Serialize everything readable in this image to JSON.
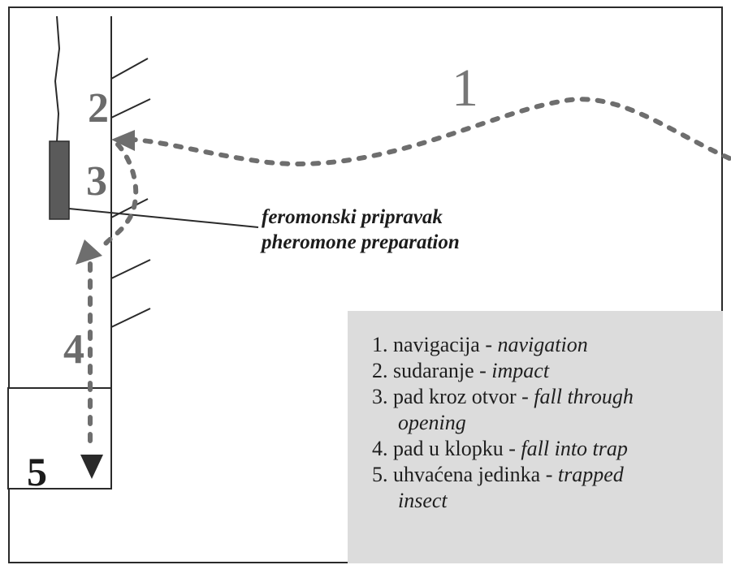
{
  "diagram": {
    "step_labels": {
      "navigation": "1",
      "impact": "2",
      "fall_opening": "3",
      "fall_trap": "4",
      "trapped": "5"
    },
    "callout": {
      "line1": "feromonski pripravak",
      "line2": "pheromone preparation"
    },
    "colors": {
      "path": "#6e6e6e",
      "structure": "#2a2a2a",
      "lure": "#5a5a5a",
      "legend_bg": "#dcdcdc"
    }
  },
  "legend": {
    "items": [
      {
        "num": "1.",
        "hr": "navigacija - ",
        "en": "navigation",
        "cont": ""
      },
      {
        "num": "2.",
        "hr": "sudaranje - ",
        "en": "impact",
        "cont": ""
      },
      {
        "num": "3.",
        "hr": "pad kroz otvor - ",
        "en": "fall through",
        "cont": "opening"
      },
      {
        "num": "4.",
        "hr": "pad u klopku - ",
        "en": "fall into trap",
        "cont": ""
      },
      {
        "num": "5.",
        "hr": "uhvaćena jedinka - ",
        "en": "trapped",
        "cont": "insect"
      }
    ]
  }
}
